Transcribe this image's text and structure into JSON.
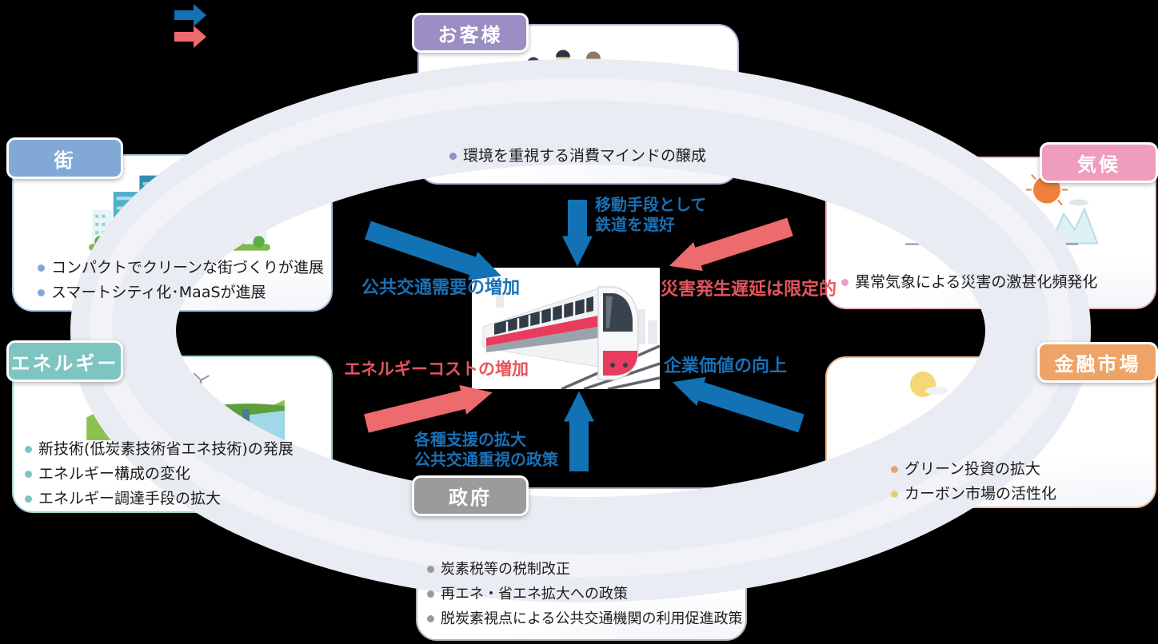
{
  "legend": {
    "positive_color": "#1272b4",
    "negative_color": "#ed6a6d"
  },
  "colors": {
    "ring": "#e9ecf2",
    "blue_text": "#1a70b5",
    "red_text": "#e4555c"
  },
  "panels": {
    "customers": {
      "label": "お客様",
      "accent": "#9a8ec5",
      "border": "#b9aed8",
      "bullets": [
        "環境を重視する消費マインドの醸成"
      ]
    },
    "city": {
      "label": "街",
      "accent": "#82a9d6",
      "border": "#a9c6e6",
      "bullets": [
        "コンパクトでクリーンな街づくりが進展",
        "スマートシティ化･MaaSが進展"
      ]
    },
    "climate": {
      "label": "気候",
      "accent": "#ee9dbd",
      "border": "#f2b3ca",
      "bullets": [
        "異常気象による災害の激甚化頻発化"
      ]
    },
    "energy": {
      "label": "エネルギー",
      "accent": "#7cc5c0",
      "border": "#9ed3cf",
      "bullets": [
        "新技術(低炭素技術省エネ技術)の発展",
        "エネルギー構成の変化",
        "エネルギー調達手段の拡大"
      ]
    },
    "finance": {
      "label": "金融市場",
      "accent": "#eda466",
      "border": "#f2ba8c",
      "dot_colors": [
        "#eda466",
        "#e5cf6d"
      ],
      "bullets": [
        "グリーン投資の拡大",
        "カーボン市場の活性化"
      ]
    },
    "government": {
      "label": "政府",
      "accent": "#9b9b9d",
      "border": "#b0b2b4",
      "bullets": [
        "炭素税等の税制改正",
        "再エネ・省エネ拡大への政策",
        "脱炭素視点による公共交通機関の利用促進政策"
      ]
    }
  },
  "flows": {
    "city_to_train": {
      "type": "positive",
      "lines": [
        "公共交通需要の増加"
      ]
    },
    "customers_to_train": {
      "type": "positive",
      "lines": [
        "移動手段として",
        "鉄道を選好"
      ]
    },
    "climate_to_train": {
      "type": "negative",
      "lines": [
        "災害発生遅延は限定的"
      ]
    },
    "finance_to_train": {
      "type": "positive",
      "lines": [
        "企業価値の向上"
      ]
    },
    "energy_to_train": {
      "type": "negative",
      "lines": [
        "エネルギーコストの増加"
      ]
    },
    "government_to_train": {
      "type": "positive",
      "lines": [
        "各種支援の拡大",
        "公共交通重視の政策"
      ]
    }
  }
}
